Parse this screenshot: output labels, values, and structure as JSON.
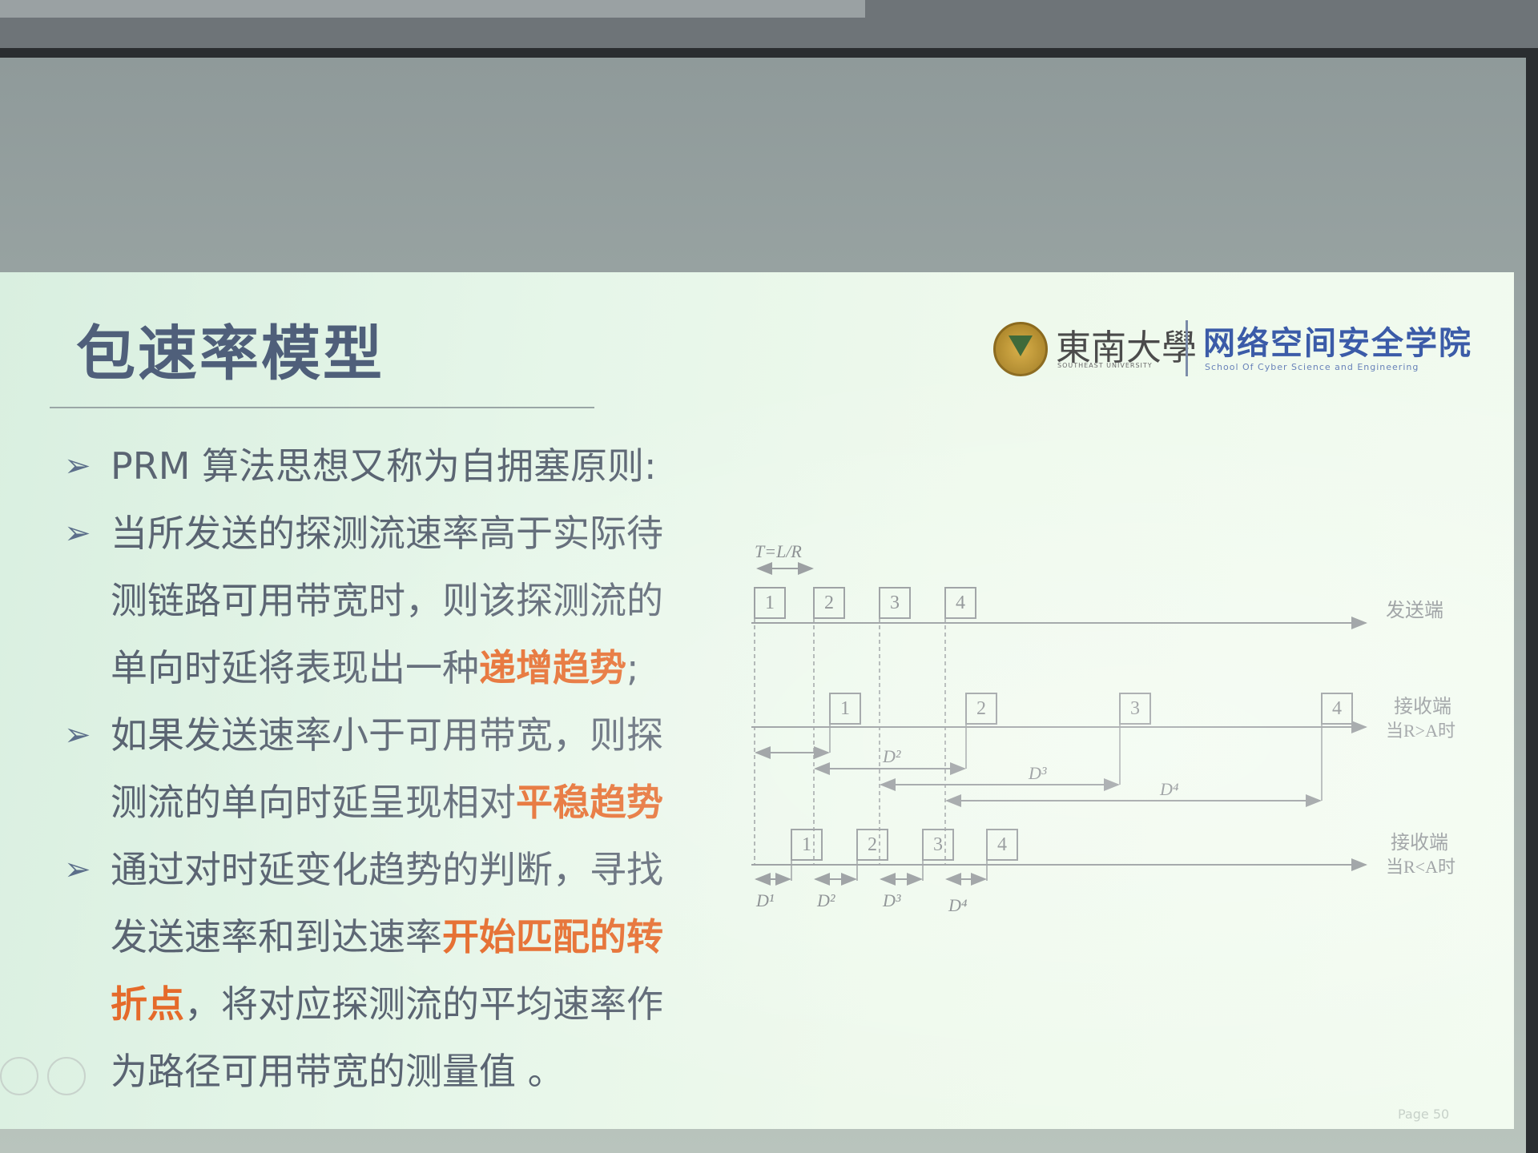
{
  "slide": {
    "title": "包速率模型",
    "logo": {
      "university_cn": "東南大學",
      "university_en": "SOUTHEAST UNIVERSITY",
      "school_cn": "网络空间安全学院",
      "school_en": "School Of Cyber Science and Engineering"
    },
    "bullets": [
      {
        "parts": [
          {
            "text": "PRM 算法思想又称为自拥塞原则:",
            "highlight": false
          }
        ]
      },
      {
        "parts": [
          {
            "text": "当所发送的探测流速率高于实际待测链路可用带宽时，则该探测流的单向时延将表现出一种",
            "highlight": false
          },
          {
            "text": "递增趋势",
            "highlight": true
          },
          {
            "text": ";",
            "highlight": false
          }
        ]
      },
      {
        "parts": [
          {
            "text": "如果发送速率小于可用带宽，则探测流的单向时延呈现相对",
            "highlight": false
          },
          {
            "text": "平稳趋势",
            "highlight": true
          }
        ]
      },
      {
        "parts": [
          {
            "text": "通过对时延变化趋势的判断，寻找发送速率和到达速率",
            "highlight": false
          },
          {
            "text": "开始匹配的转折点",
            "highlight": true
          },
          {
            "text": "，将对应探测流的平均速率作为路径可用带宽的测量值 。",
            "highlight": false
          }
        ]
      }
    ],
    "page_label": "Page 50"
  },
  "diagram": {
    "period_label": "T=L/R",
    "packets": [
      "1",
      "2",
      "3",
      "4"
    ],
    "rows": [
      {
        "label_line1": "发送端",
        "label_line2": ""
      },
      {
        "label_line1": "接收端",
        "label_line2": "当R>A时"
      },
      {
        "label_line1": "接收端",
        "label_line2": "当R<A时"
      }
    ],
    "delay_labels": [
      "D¹",
      "D²",
      "D³",
      "D⁴"
    ]
  },
  "colors": {
    "title": "#4f5f7a",
    "highlight": "#e56a2a",
    "body_text": "#5a6472",
    "school": "#3b5ba8"
  }
}
